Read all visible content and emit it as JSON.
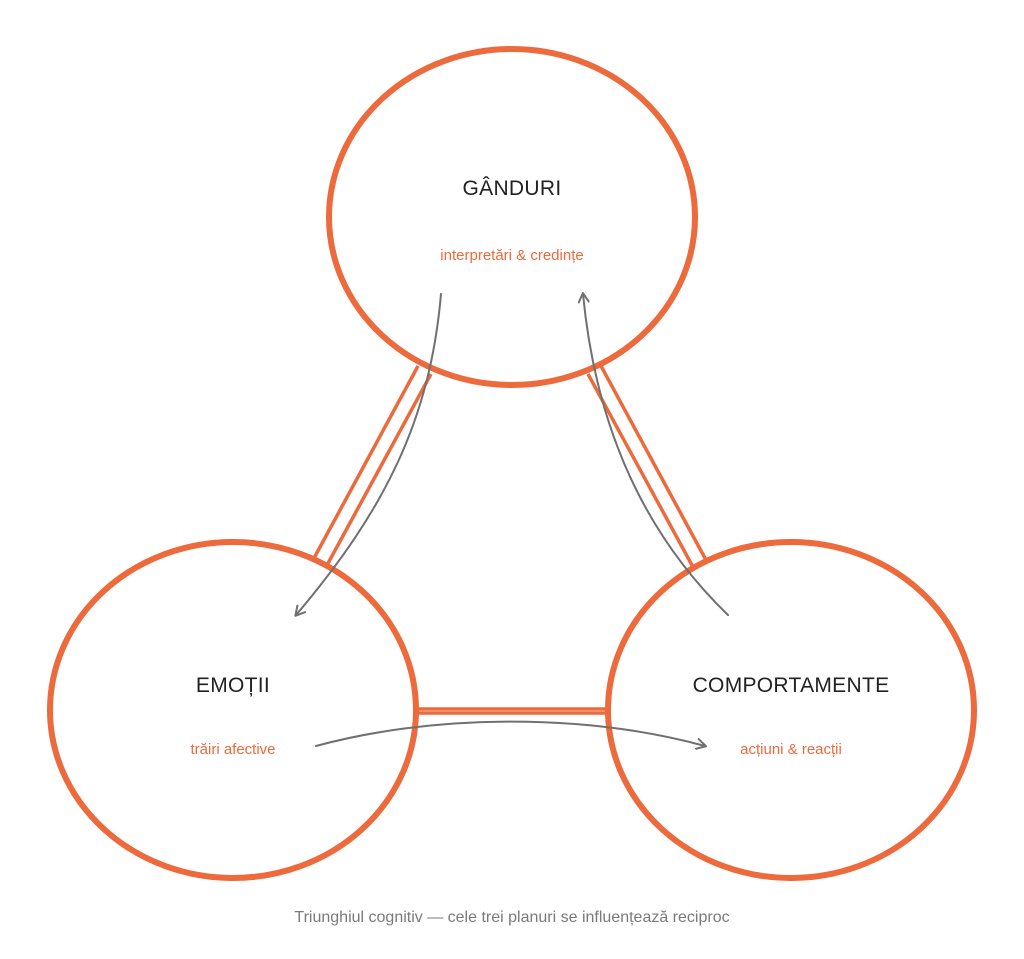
{
  "diagram": {
    "nodes": {
      "thoughts": {
        "title": "GÂNDURI",
        "subtitle": "interpretări & credințe"
      },
      "emotions": {
        "title": "EMOȚII",
        "subtitle": "trăiri afective"
      },
      "behaviors": {
        "title": "COMPORTAMENTE",
        "subtitle": "acțiuni & reacții"
      }
    },
    "caption": "Triunghiul cognitiv — cele trei planuri se influențează reciproc"
  },
  "colors": {
    "accent": "#ec6a3c",
    "arrow": "#707070",
    "title_text": "#222222",
    "caption_text": "#7a7a7a"
  }
}
